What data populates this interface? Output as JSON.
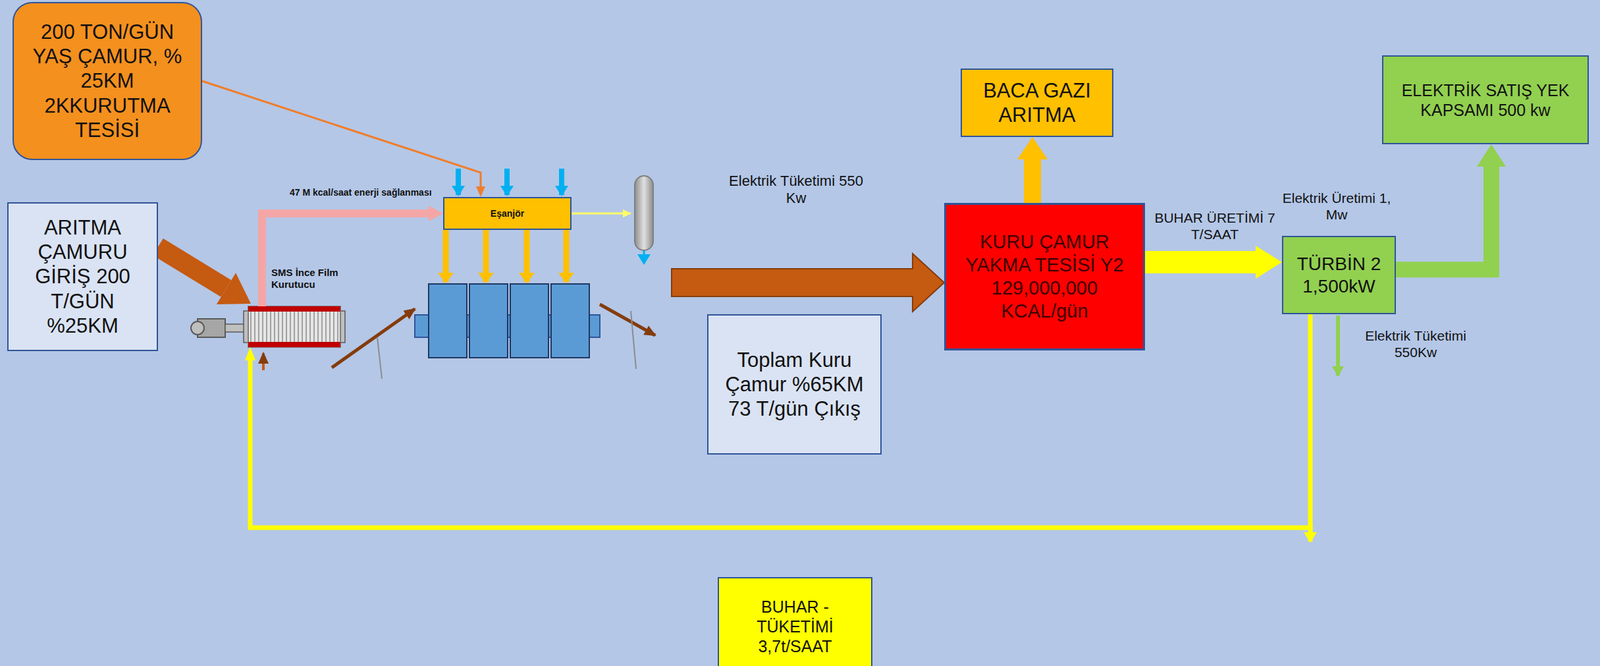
{
  "diagram": {
    "nodes": [
      {
        "text": [
          "200 TON/GÜN YAŞ ÇAMUR, % 25KM 2KKURUTMA TESİSİ"
        ]
      },
      {
        "text": [
          "ARITMA ÇAMURU GİRİŞ 200 T/GÜN %25KM"
        ]
      },
      {
        "text": [
          "SMS İnce Film Kurutucu"
        ]
      },
      {
        "text": [
          "Eşanjör"
        ]
      },
      {
        "text": [
          "Toplam Kuru Çamur %65KM 73 T/gün Çıkış"
        ]
      },
      {
        "text": [
          "BACA GAZI ARITMA"
        ]
      },
      {
        "text": [
          "KURU ÇAMUR YAKMA TESİSİ Y2 129,000,000 KCAL/gün"
        ]
      },
      {
        "text": [
          "TÜRBİN 2 1,500kW"
        ]
      },
      {
        "text": [
          "ELEKTRİK SATIŞ YEK KAPSAMI 500 kw"
        ]
      },
      {
        "text": [
          "BUHAR - TÜKETİMİ 3,7t/SAAT"
        ]
      }
    ],
    "edges": [
      {
        "from": 0,
        "to": 3,
        "arrow": "to"
      },
      {
        "from": 1,
        "to": 2,
        "arrow": "to"
      },
      {
        "from": 2,
        "to": 3,
        "label": "47 M kcal/saat enerji sağlanması",
        "arrow": "to"
      },
      {
        "from": 6,
        "to": 5,
        "arrow": "to"
      },
      {
        "from": 6,
        "to": 7,
        "label": "BUHAR ÜRETİMİ 7 T/SAAT",
        "arrow": "to"
      },
      {
        "from": 7,
        "to": 8,
        "arrow": "to"
      },
      {
        "from": 7,
        "to": 2,
        "arrow": "to"
      }
    ],
    "labels": [
      "Elektrik Tüketimi 550 Kw",
      "Elektrik Üretimi 1, Mw",
      "Elektrik Tüketimi 550Kw"
    ]
  }
}
